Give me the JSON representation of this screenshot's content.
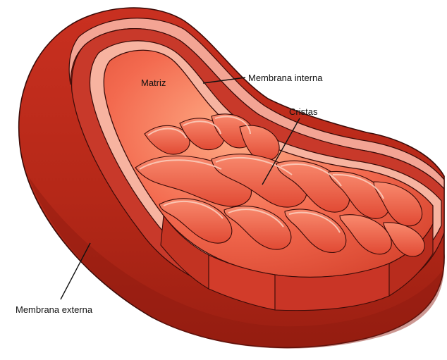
{
  "labels": {
    "matrix": "Matriz",
    "inner_membrane": "Membrana interna",
    "cristae": "Cristas",
    "outer_membrane": "Membrana externa"
  },
  "colors": {
    "outer_shell": "#b52818",
    "outer_shell_dark": "#8e1a10",
    "rim_light": "#f3a494",
    "cavity": "#c8392a",
    "matrix_fill": "#f36a4f",
    "matrix_glow": "#ffb089",
    "cristae_fill": "#e7533f",
    "cristae_edge": "#fbd0c0",
    "outline": "#3b0b08",
    "leader": "#111111"
  }
}
